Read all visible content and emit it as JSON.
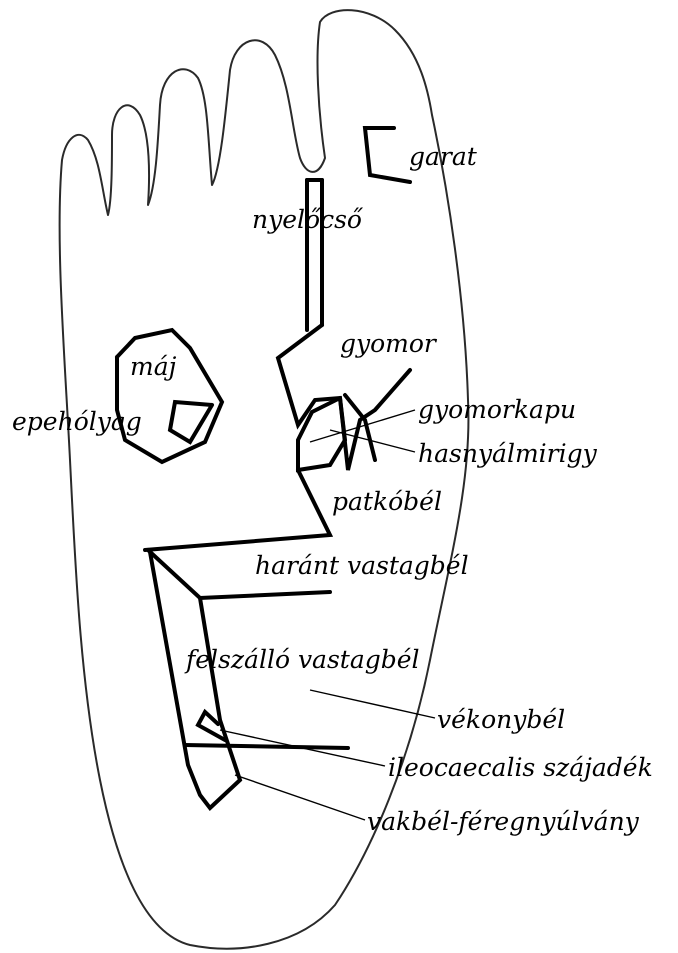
{
  "labels": {
    "garat": "garat",
    "nyelocso": "nyelőcső",
    "gyomor": "gyomor",
    "maj": "máj",
    "epeholyag": "epehólyag",
    "gyomorkapu": "gyomorkapu",
    "hasnyalmirigy": "hasnyálmirigy",
    "patkobel": "patkóbél",
    "harant": "haránt vastagbél",
    "felszallo": "felszálló vastagbél",
    "vekonybel": "vékonybél",
    "ileocaecalis": "ileocaecalis szájadék",
    "vakbel": "vakbél-féregnyúlvány"
  },
  "colors": {
    "outline": "#2a2a2a",
    "organ": "#000000",
    "text": "#000000",
    "background": "#ffffff"
  }
}
